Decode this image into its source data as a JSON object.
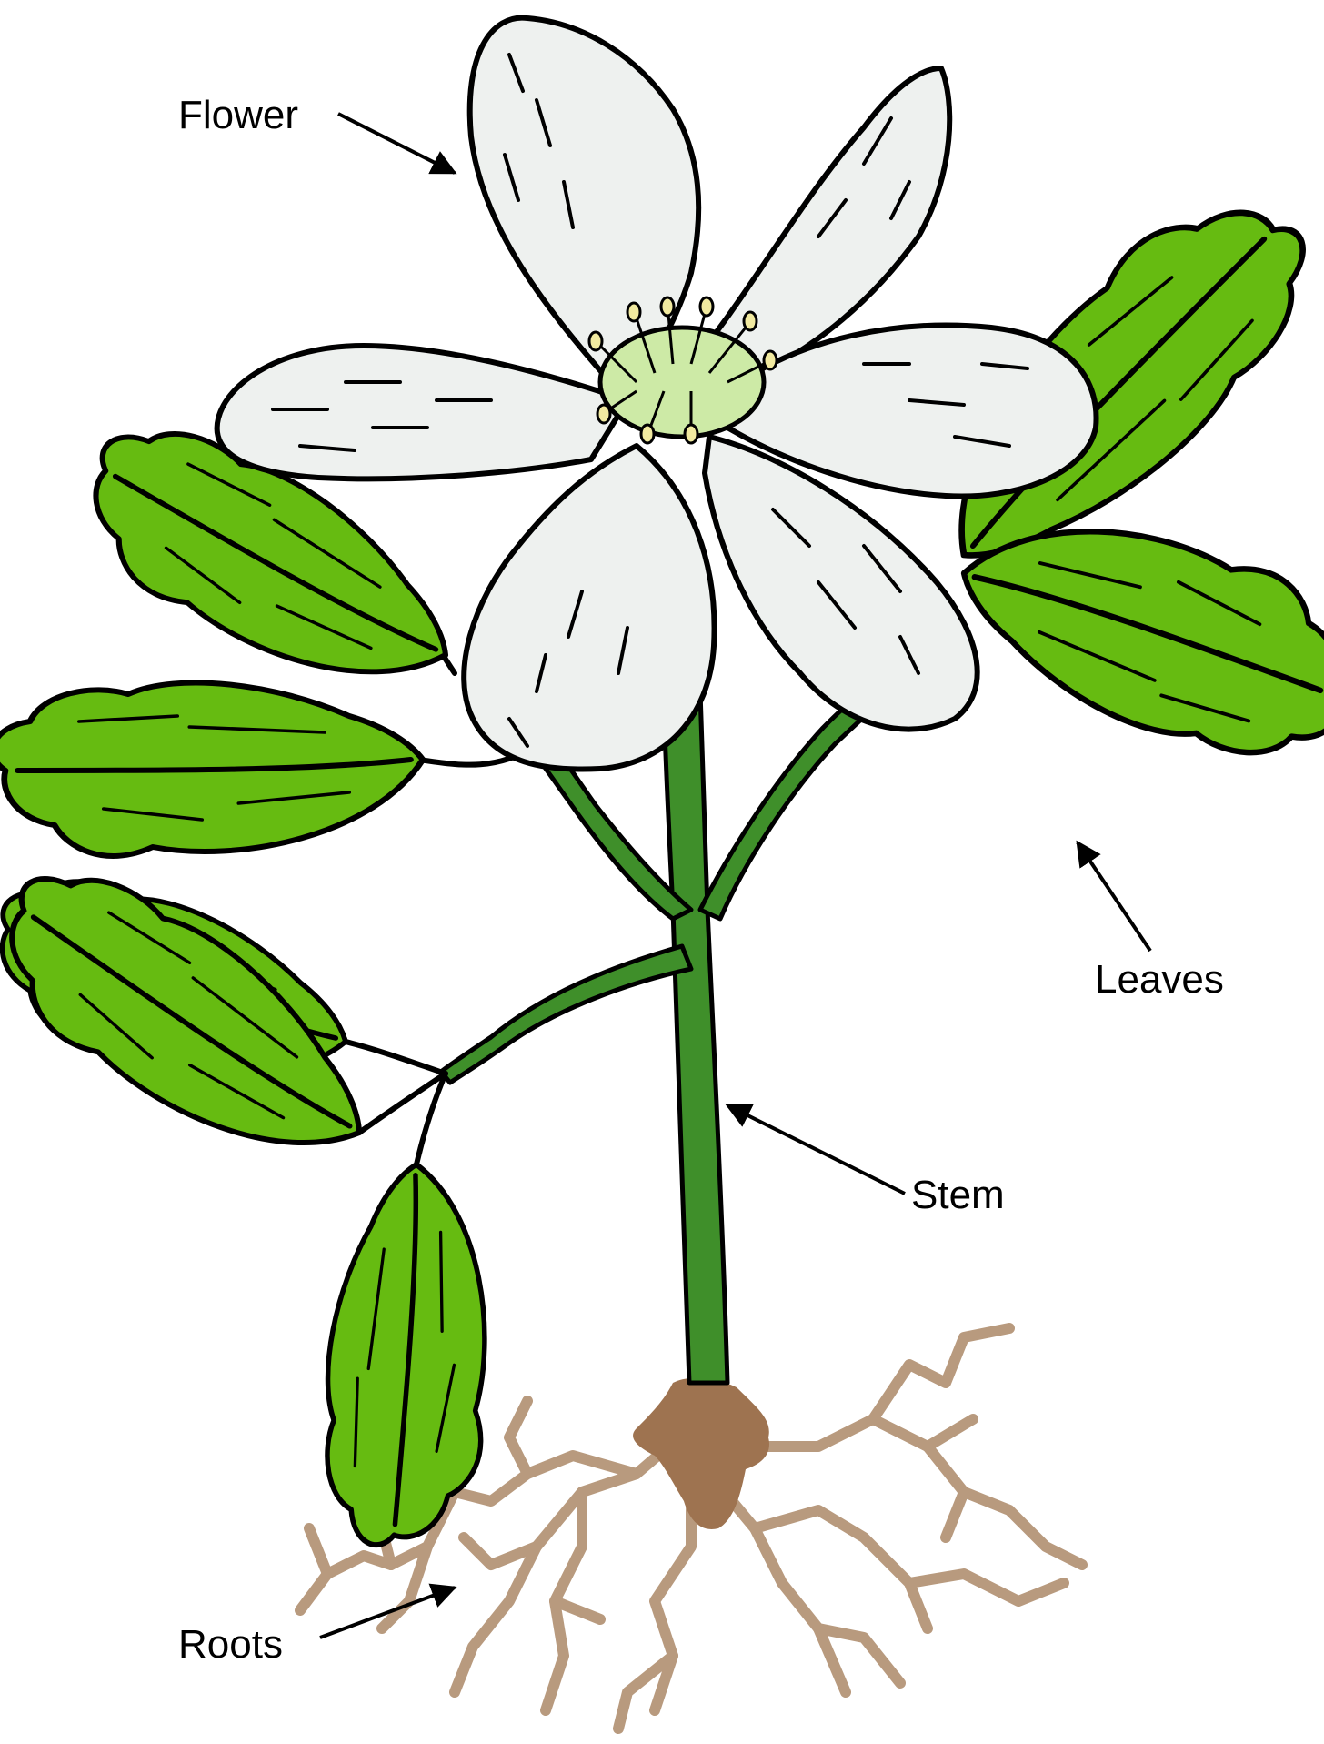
{
  "labels": {
    "flower": "Flower",
    "leaves": "Leaves",
    "stem": "Stem",
    "roots": "Roots"
  },
  "colors": {
    "leaf": "#66bb11",
    "stem": "#3f8f2a",
    "petal": "#eef1ef",
    "center": "#cdeaa6",
    "stamen": "#f1eaa0",
    "root_base": "#9e7350",
    "roots": "#b89a7e",
    "outline": "#000000"
  },
  "icons": {
    "plant": "flowering-plant-illustration",
    "arrow": "callout-arrow"
  }
}
